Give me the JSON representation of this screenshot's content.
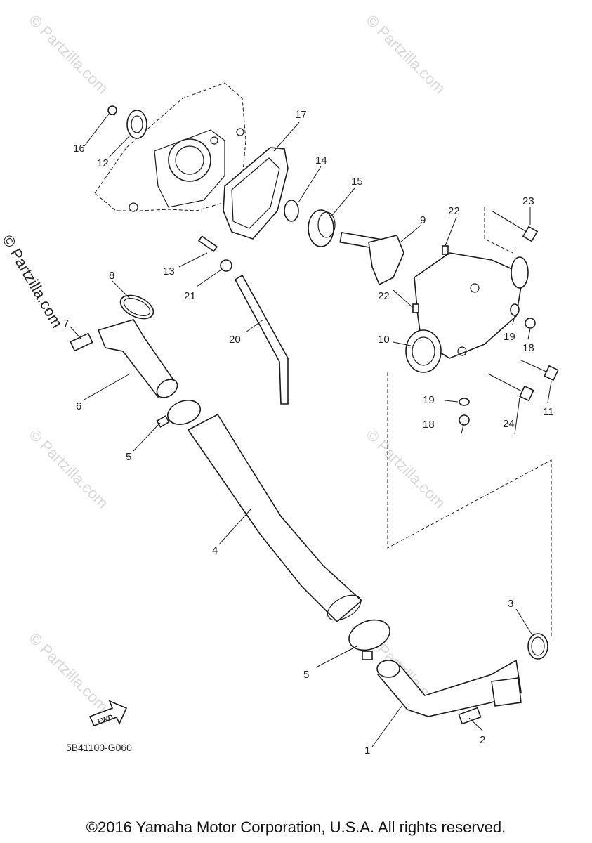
{
  "watermark_text": "© Partzilla.com",
  "diagram_code": "5B41100-G060",
  "copyright": "©2016 Yamaha Motor Corporation, U.S.A. All rights reserved.",
  "fwd_label": "FWD",
  "callouts": [
    "1",
    "2",
    "3",
    "4",
    "5",
    "5",
    "6",
    "7",
    "8",
    "9",
    "10",
    "11",
    "12",
    "13",
    "14",
    "15",
    "16",
    "17",
    "18",
    "18",
    "19",
    "19",
    "20",
    "21",
    "22",
    "22",
    "23",
    "24"
  ]
}
